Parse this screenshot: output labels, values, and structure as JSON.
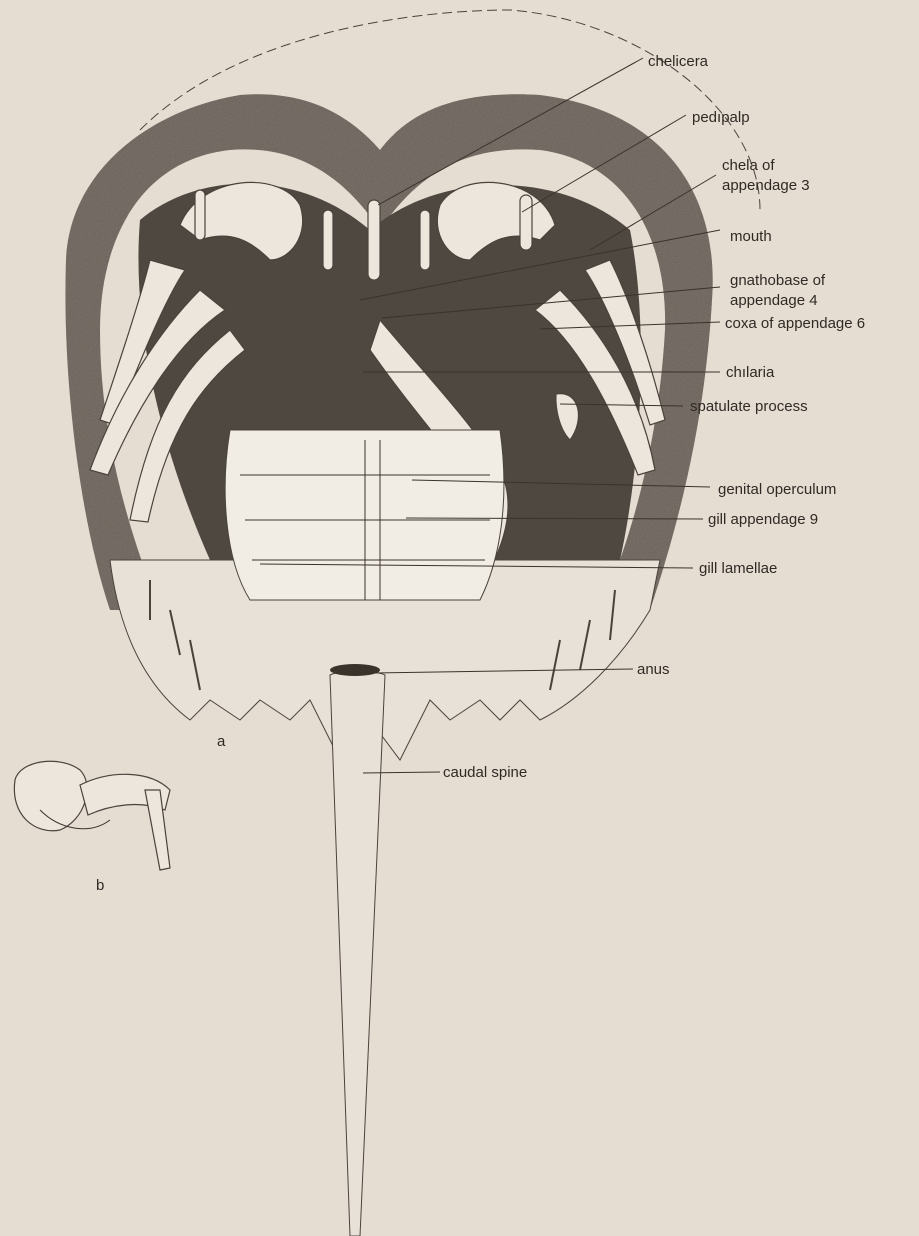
{
  "figure": {
    "labels": {
      "chelicera": "chelicera",
      "pedipalp": "pedıpalp",
      "chela_line1": "chela of",
      "chela_line2": "appendage  3",
      "mouth": "mouth",
      "gnathobase_line1": "gnathobase of",
      "gnathobase_line2": "appendage 4",
      "coxa": "coxa of appendage 6",
      "chilaria": "chılaria",
      "spatulate": "spatulate process",
      "genital": "genital operculum",
      "gill_appendage": "gill appendage 9",
      "gill_lamellae": "gill  lamellae",
      "anus": "anus",
      "caudal_spine": "caudal spine"
    },
    "panel_a": "a",
    "panel_b": "b",
    "colors": {
      "paper": "#e5ddd2",
      "shade": "#5f574f",
      "body": "#ece6dc",
      "ink": "#2f2a25"
    }
  }
}
